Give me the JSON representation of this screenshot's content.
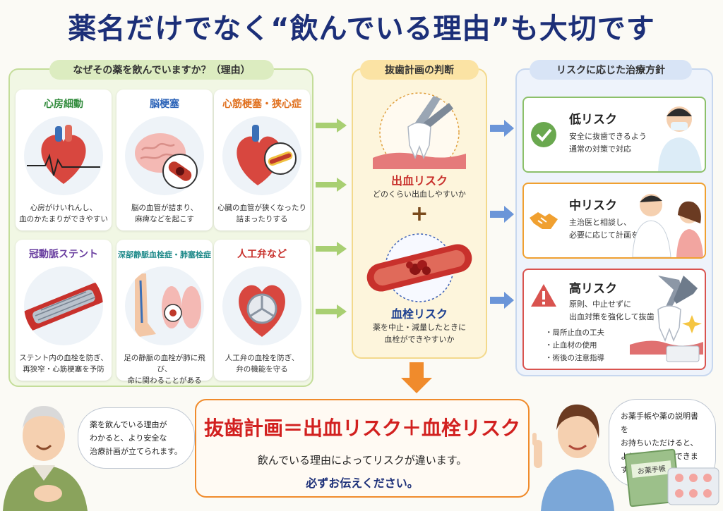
{
  "title": "薬名だけでなく“飲んでいる理由”も大切です",
  "reasons": {
    "header": "なぜその薬を飲んでいますか？（理由）",
    "cards": [
      {
        "title": "心房細動",
        "color": "#2f8a3a",
        "text1": "心房がけいれんし、",
        "text2": "血のかたまりができやすい"
      },
      {
        "title": "脳梗塞",
        "color": "#2b63b8",
        "text1": "脳の血管が詰まり、",
        "text2": "麻痺などを起こす"
      },
      {
        "title": "心筋梗塞・狭心症",
        "color": "#e0701e",
        "text1": "心臓の血管が狭くなったり",
        "text2": "詰まったりする"
      },
      {
        "title": "冠動脈ステント",
        "color": "#6a3fa0",
        "text1": "ステント内の血栓を防ぎ、",
        "text2": "再狭窄・心筋梗塞を予防"
      },
      {
        "title": "深部静脈血栓症・肺塞栓症",
        "color": "#1f8a8a",
        "text1": "足の静脈の血栓が肺に飛び、",
        "text2": "命に関わることがある"
      },
      {
        "title": "人工弁など",
        "color": "#c8312c",
        "text1": "人工弁の血栓を防ぎ、",
        "text2": "弁の機能を守る"
      }
    ]
  },
  "judgement": {
    "header": "抜歯計画の判断",
    "bleeding_title": "出血リスク",
    "bleeding_sub": "どのくらい出血しやすいか",
    "plus": "+",
    "thrombus_title": "血栓リスク",
    "thrombus_sub1": "薬を中止・減量したときに",
    "thrombus_sub2": "血栓ができやすいか"
  },
  "policy": {
    "header": "リスクに応じた治療方針",
    "low": {
      "title": "低リスク",
      "line1": "安全に抜歯できるよう",
      "line2": "通常の対策で対応",
      "color": "#6aa84f"
    },
    "mid": {
      "title": "中リスク",
      "line1": "主治医と相談し、",
      "line2": "必要に応じて計画を調整",
      "color": "#f0a030"
    },
    "high": {
      "title": "高リスク",
      "line1": "原則、中止せずに",
      "line2": "出血対策を強化して抜歯",
      "b1": "・局所止血の工夫",
      "b2": "・止血材の使用",
      "b3": "・術後の注意指導",
      "color": "#d9534f"
    }
  },
  "bottom": {
    "formula": "抜歯計画＝出血リスク＋血栓リスク",
    "sub": "飲んでいる理由によってリスクが違います。",
    "emphasis": "必ずお伝えください。",
    "patient_bubble": [
      "薬を飲んでいる理由が",
      "わかると、より安全な",
      "治療計画が立てられます。"
    ],
    "staff_bubble": [
      "お薬手帳や薬の説明書を",
      "お持ちいただけると、",
      "より正確に把握できます。"
    ],
    "notebook_label": "お薬手帳"
  }
}
